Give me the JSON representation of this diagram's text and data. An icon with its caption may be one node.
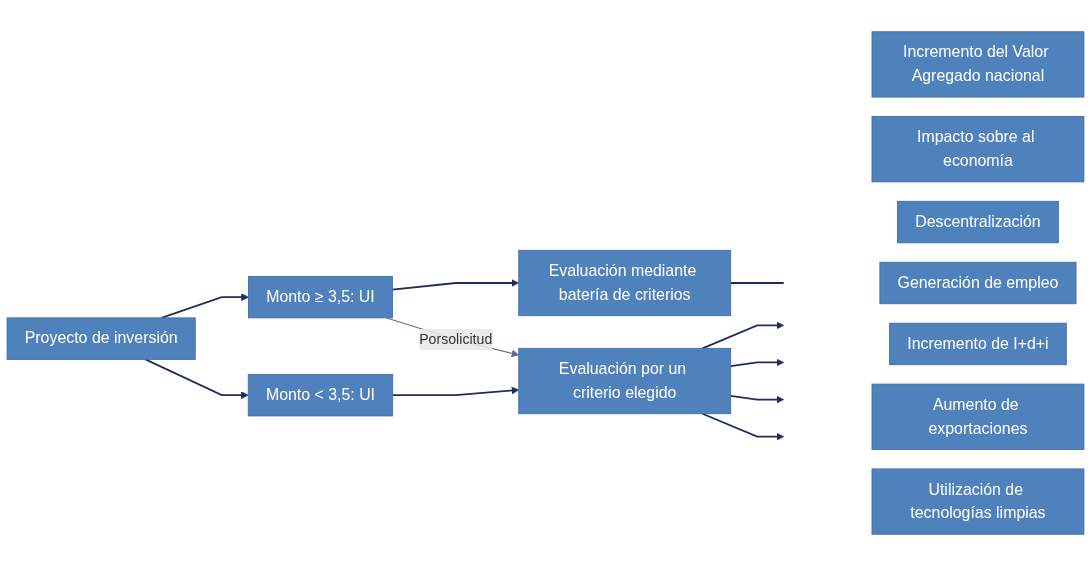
{
  "diagram": {
    "nodes": [
      {
        "text": [
          "Proyecto de inversión"
        ]
      },
      {
        "text": [
          "Monto ≥ 3,5: UI"
        ]
      },
      {
        "text": [
          "Monto < 3,5: UI"
        ]
      },
      {
        "text": [
          "Evaluación mediante batería de criterios"
        ]
      },
      {
        "text": [
          "Evaluación por un criterio elegido"
        ]
      },
      {
        "text": [
          "Incremento del Valor Agregado nacional"
        ]
      },
      {
        "text": [
          "Impacto sobre al economía"
        ]
      },
      {
        "text": [
          "Descentralización"
        ]
      },
      {
        "text": [
          "Generación de empleo"
        ]
      },
      {
        "text": [
          "Incremento de I+d+i"
        ]
      },
      {
        "text": [
          "Aumento de exportaciones"
        ]
      },
      {
        "text": [
          "Utilización de tecnologías limpias"
        ]
      }
    ],
    "edges": [
      {
        "from": 0,
        "to": 1,
        "arrow": "to"
      },
      {
        "from": 0,
        "to": 2,
        "arrow": "to"
      },
      {
        "from": 1,
        "to": 3,
        "arrow": "to"
      },
      {
        "from": 2,
        "to": 4,
        "arrow": "to"
      },
      {
        "from": 1,
        "to": 4,
        "arrow": "to",
        "label": "Porsolicitud",
        "color": "#5a6d99"
      },
      {
        "from": 3,
        "to": null,
        "arrow": "none"
      },
      {
        "from": 4,
        "to": null,
        "arrow": "to"
      },
      {
        "from": 4,
        "to": null,
        "arrow": "to"
      },
      {
        "from": 4,
        "to": null,
        "arrow": "to"
      },
      {
        "from": 4,
        "to": null,
        "arrow": "to"
      }
    ]
  }
}
